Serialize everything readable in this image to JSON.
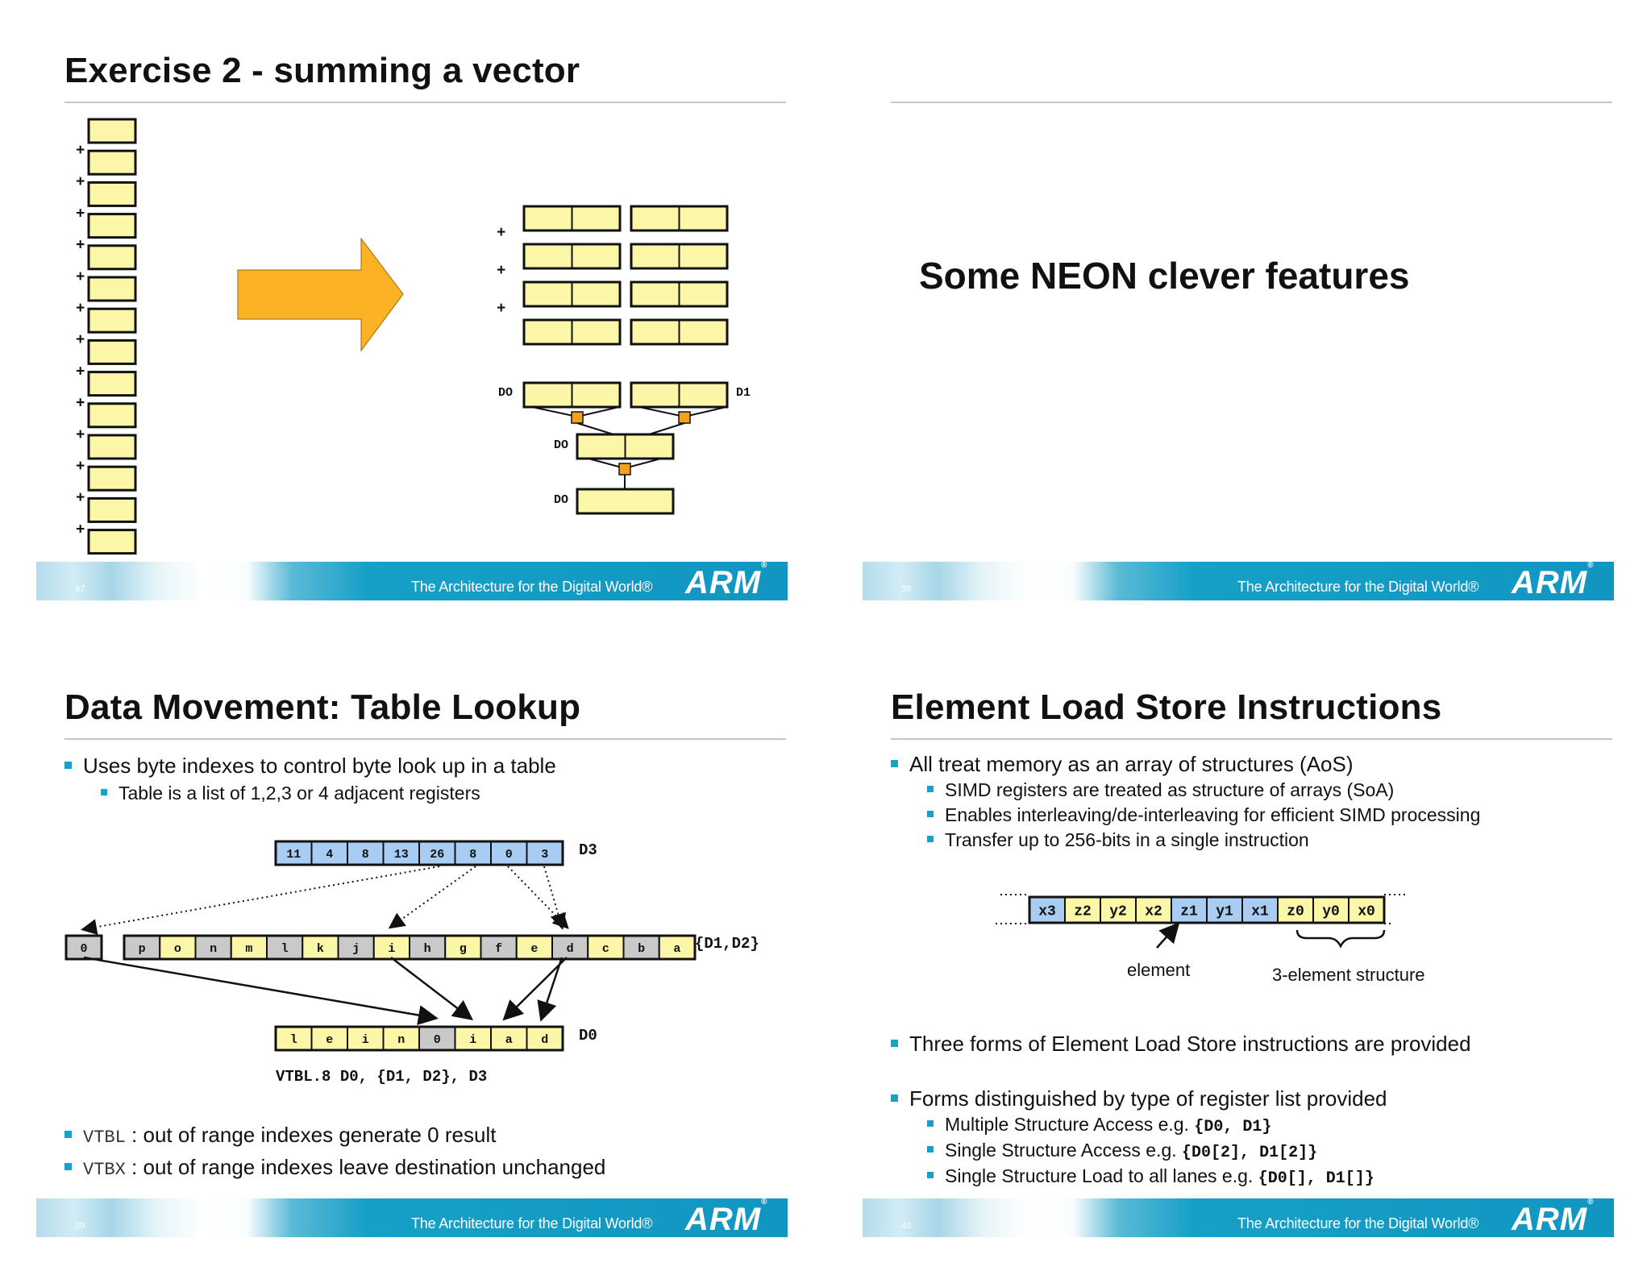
{
  "slides": [
    {
      "title": "Exercise 2 - summing a vector",
      "page_number": "37",
      "labels": {
        "d0_a": "DO",
        "d1": "D1",
        "d0_b": "DO",
        "d0_c": "DO"
      },
      "plus_sign": "+"
    },
    {
      "title": "Some NEON clever features",
      "page_number": "38"
    },
    {
      "title": "Data Movement: Table Lookup",
      "page_number": "39",
      "bullets": [
        "Uses byte indexes to control byte look up in a table",
        "Table is a list of 1,2,3 or 4 adjacent registers"
      ],
      "index_register": {
        "label": "D3",
        "cells": [
          "11",
          "4",
          "8",
          "13",
          "26",
          "8",
          "0",
          "3"
        ]
      },
      "table_register": {
        "label": "{D1,D2}",
        "cells": [
          "p",
          "o",
          "n",
          "m",
          "l",
          "k",
          "j",
          "i",
          "h",
          "g",
          "f",
          "e",
          "d",
          "c",
          "b",
          "a"
        ]
      },
      "zero_cell": "0",
      "result_register": {
        "label": "D0",
        "cells": [
          "l",
          "e",
          "i",
          "n",
          "0",
          "i",
          "a",
          "d"
        ]
      },
      "instruction": "VTBL.8 D0, {D1, D2}, D3",
      "notes": [
        {
          "code": "VTBL",
          "text": " : out of range indexes generate 0 result"
        },
        {
          "code": "VTBX",
          "text": " : out of range indexes leave destination unchanged"
        }
      ]
    },
    {
      "title": "Element Load Store Instructions",
      "page_number": "40",
      "bullets": [
        "All treat memory as an array of structures (AoS)",
        "SIMD registers are treated as structure of arrays (SoA)",
        "Enables interleaving/de-interleaving for efficient SIMD processing",
        "Transfer up to 256-bits in a single instruction"
      ],
      "memory_cells": [
        "x3",
        "z2",
        "y2",
        "x2",
        "z1",
        "y1",
        "x1",
        "z0",
        "y0",
        "x0"
      ],
      "element_label": "element",
      "structure_label": "3-element structure",
      "bullet_forms": "Three forms of Element Load Store instructions are provided",
      "bullet_distinguished": "Forms distinguished by type of register list provided",
      "sub_bullets": [
        {
          "text": "Multiple Structure Access e.g. ",
          "code": "{D0, D1}"
        },
        {
          "text": "Single Structure Access e.g. ",
          "code": "{D0[2], D1[2]}"
        },
        {
          "text": "Single Structure Load to all lanes e.g. ",
          "code": "{D0[], D1[]}"
        }
      ]
    }
  ],
  "footer": {
    "tagline": "The Architecture for the Digital World®",
    "logo": "ARM",
    "logo_mark": "®"
  },
  "colors": {
    "cell_yellow": "#fbf6a8",
    "cell_blue": "#a9cdf2",
    "cell_grey": "#c9c9c9",
    "arrow_orange": "#fbb224",
    "accent": "#19a0c8"
  }
}
